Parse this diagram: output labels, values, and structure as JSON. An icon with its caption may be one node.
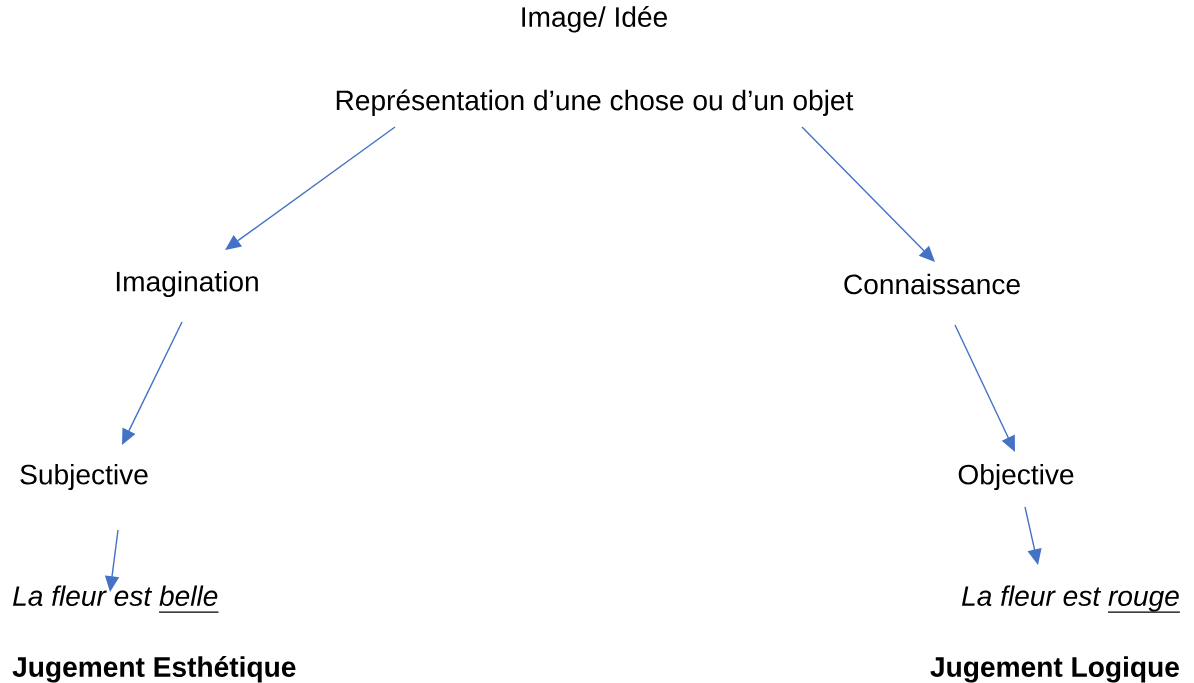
{
  "diagram": {
    "nodes": [
      {
        "text": [
          "Image/ Idée",
          "Représentation d’une chose ou d’un objet"
        ]
      },
      {
        "text": [
          "Imagination"
        ]
      },
      {
        "text": [
          "Connaissance"
        ]
      },
      {
        "text": [
          "Subjective"
        ]
      },
      {
        "text": [
          "Objective"
        ]
      },
      {
        "text": [
          "La fleur est belle",
          "Jugement Esthétique"
        ]
      },
      {
        "text": [
          "La fleur est rouge",
          "Jugement Logique"
        ]
      }
    ],
    "edges": [
      {
        "from": 0,
        "to": 1,
        "arrow": "to"
      },
      {
        "from": 0,
        "to": 2,
        "arrow": "to"
      },
      {
        "from": 1,
        "to": 3,
        "arrow": "to"
      },
      {
        "from": 2,
        "to": 4,
        "arrow": "to"
      },
      {
        "from": 3,
        "to": 5,
        "arrow": "to"
      },
      {
        "from": 4,
        "to": 6,
        "arrow": "to"
      }
    ]
  }
}
